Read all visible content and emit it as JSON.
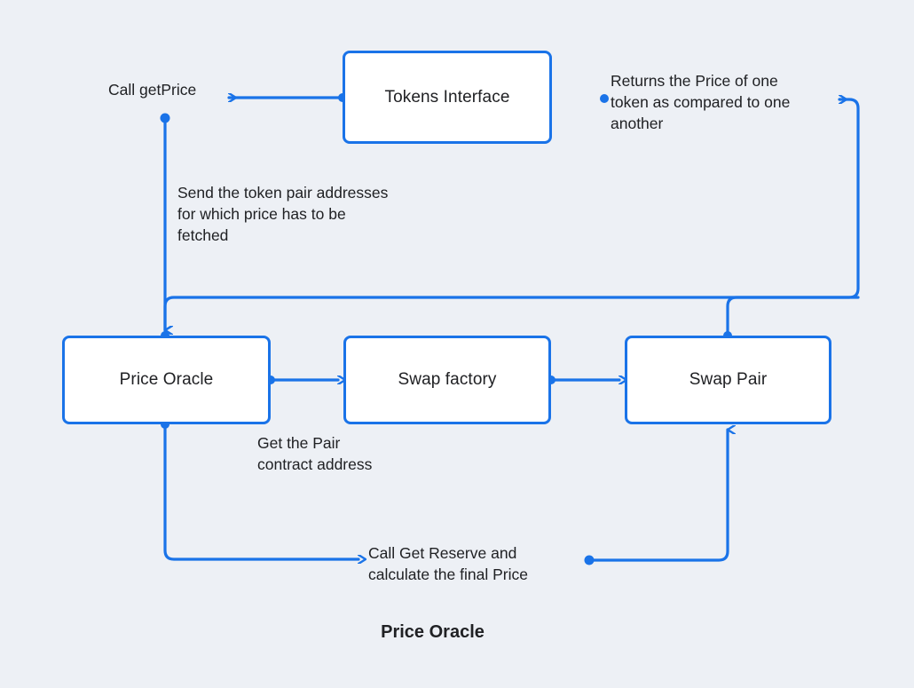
{
  "diagram": {
    "title": "Price Oracle",
    "background_color": "#edf0f5",
    "accent_color": "#1a73e8",
    "node_fill_color": "#ffffff",
    "text_color": "#202124",
    "nodes": [
      {
        "id": "tokens-interface",
        "label": "Tokens Interface"
      },
      {
        "id": "price-oracle",
        "label": "Price Oracle"
      },
      {
        "id": "swap-factory",
        "label": "Swap factory"
      },
      {
        "id": "swap-pair",
        "label": "Swap Pair"
      }
    ],
    "edge_labels": [
      {
        "id": "call-getprice",
        "text": "Call getPrice"
      },
      {
        "id": "returns-price",
        "text": "Returns the Price of one token as compared to one another"
      },
      {
        "id": "send-token-pair",
        "text": "Send the token pair addresses for which price has to be fetched"
      },
      {
        "id": "get-pair-contract",
        "text": "Get the Pair contract address"
      },
      {
        "id": "call-get-reserve",
        "text": "Call Get Reserve and calculate the final Price"
      }
    ]
  }
}
